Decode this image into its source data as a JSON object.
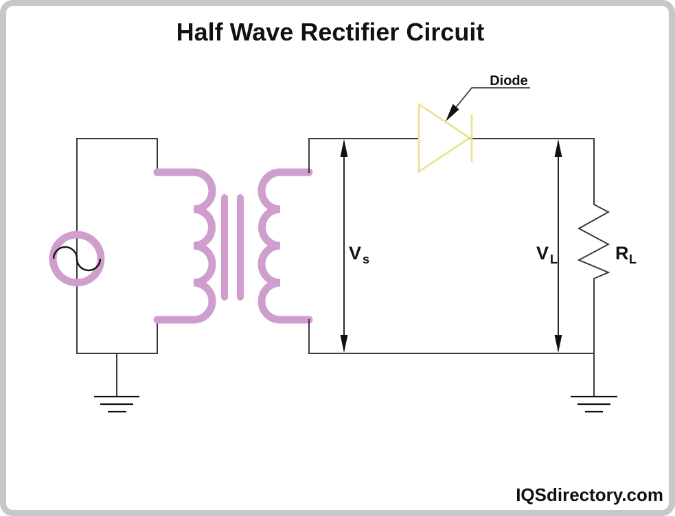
{
  "title": "Half Wave Rectifier Circuit",
  "watermark": "IQSdirectory.com",
  "labels": {
    "diode": "Diode",
    "vs_main": "V",
    "vs_sub": "s",
    "vl_main": "V",
    "vl_sub": "L",
    "rl_main": "R",
    "rl_sub": "L"
  },
  "colors": {
    "transformer_pink": "#cf9ecf",
    "diode_yellow": "#e9e18b",
    "wire": "#3a3a3a",
    "ink": "#111111",
    "border_gray": "#c5c8c9",
    "background": "#ffffff"
  }
}
